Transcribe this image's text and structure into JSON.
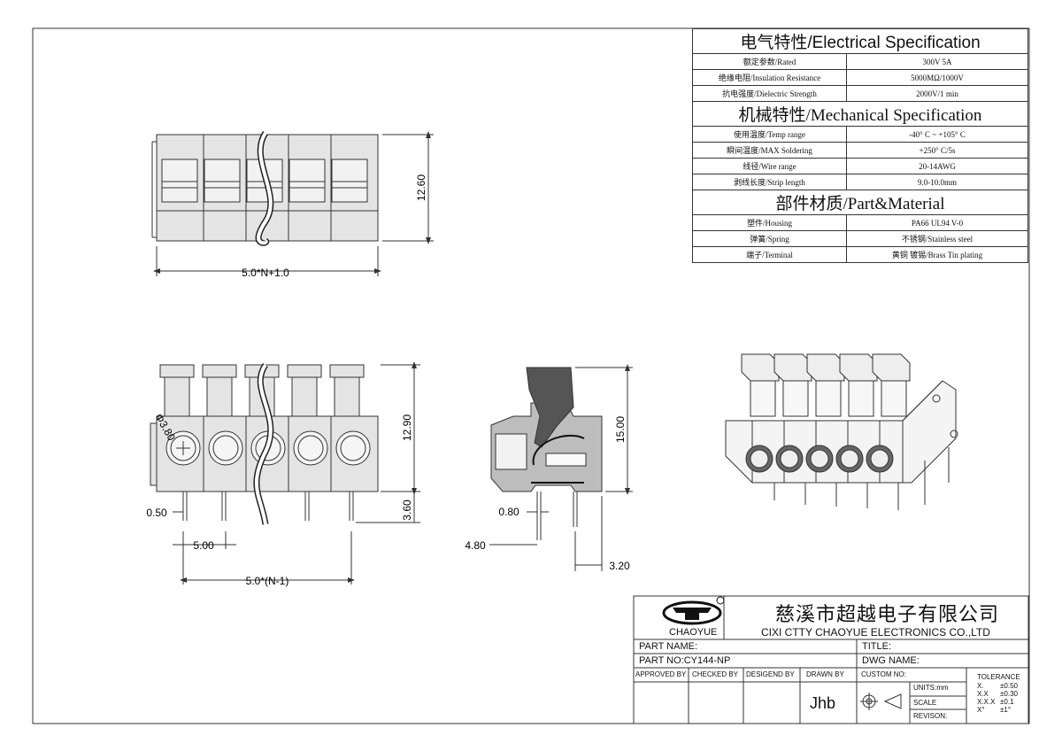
{
  "electrical": {
    "title": "电气特性/Electrical Specification",
    "rows": [
      {
        "label": "额定参数/Rated",
        "value": "300V   5A"
      },
      {
        "label": "绝缘电阻/Insulation Resistance",
        "value": "5000MΩ/1000V"
      },
      {
        "label": "抗电强度/Dielectric Strength",
        "value": "2000V/1 min"
      }
    ]
  },
  "mechanical": {
    "title": "机械特性/Mechanical Specification",
    "rows": [
      {
        "label": "使用温度/Temp range",
        "value": "-40° C ~ +105° C"
      },
      {
        "label": "瞬间温度/MAX Soldering",
        "value": "+250° C/5s"
      },
      {
        "label": "线径/Wire range",
        "value": "20-14AWG"
      },
      {
        "label": "剥线长度/Strip length",
        "value": "9.0-10.0mm"
      }
    ]
  },
  "material": {
    "title": "部件材质/Part&Material",
    "rows": [
      {
        "label": "塑件/Housing",
        "value": "PA66 UL94 V-0"
      },
      {
        "label": "弹簧/Spring",
        "value": "不锈钢/Stainless steel"
      },
      {
        "label": "端子/Terminal",
        "value": "黄铜 镀锡/Brass Tin  plating"
      }
    ]
  },
  "dimensions": {
    "top_height": "12.60",
    "top_width": "5.0*N+1.0",
    "front_height": "12.90",
    "hole_dia": "Φ3.80",
    "pin_width": "0.50",
    "pin_length": "3.60",
    "pitch": "5.00",
    "span": "5.0*(N-1)",
    "side_height": "15.00",
    "side_pin": "0.80",
    "side_offset": "4.80",
    "side_back": "3.20"
  },
  "title_block": {
    "logo_text": "CHAOYUE",
    "company_cn": "慈溪市超越电子有限公司",
    "company_en": "CIXI CTTY CHAOYUE ELECTRONICS CO.,LTD",
    "part_name_label": "PART NAME:",
    "title_label": "TITLE:",
    "part_no_label": "PART NO:CY144-NP",
    "dwg_name_label": "DWG NAME:",
    "approved": "APPROVED BY",
    "checked": "CHECKED BY",
    "designed": "DESIGEND BY",
    "drawn": "DRAWN BY",
    "drawn_value": "Jhb",
    "custom_no": "CUSTOM NO:",
    "units": "UNITS:mm",
    "scale": "SCALE",
    "revision": "REVISON:",
    "tolerance_title": "TOLERANCE",
    "tolerance": [
      {
        "k": "X.",
        "v": "±0.50"
      },
      {
        "k": "X.X",
        "v": "±0.30"
      },
      {
        "k": "X.X.X",
        "v": "±0.1"
      },
      {
        "k": "X°",
        "v": "±1°"
      }
    ]
  }
}
